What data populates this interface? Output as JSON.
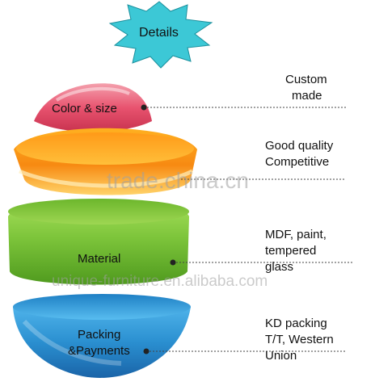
{
  "badge": {
    "label": "Details"
  },
  "layers": [
    {
      "label": "Color & size",
      "description": [
        "Custom",
        "made"
      ],
      "color": "#e8536f"
    },
    {
      "label": "",
      "description": [
        "Good quality",
        "Competitive"
      ],
      "color": "#f7a21a"
    },
    {
      "label": "Material",
      "description": [
        "MDF, paint,",
        "tempered",
        "glass"
      ],
      "color": "#7cc43a"
    },
    {
      "label": [
        "Packing",
        "&Payments"
      ],
      "description": [
        "KD packing",
        "T/T, Western",
        "Union"
      ],
      "color": "#2a8fd0"
    }
  ],
  "watermarks": [
    "trade.china.cn",
    "unique-furniture.en.alibaba.com"
  ],
  "colors": {
    "badge": "#3cc8d6",
    "leader": "#444444"
  }
}
